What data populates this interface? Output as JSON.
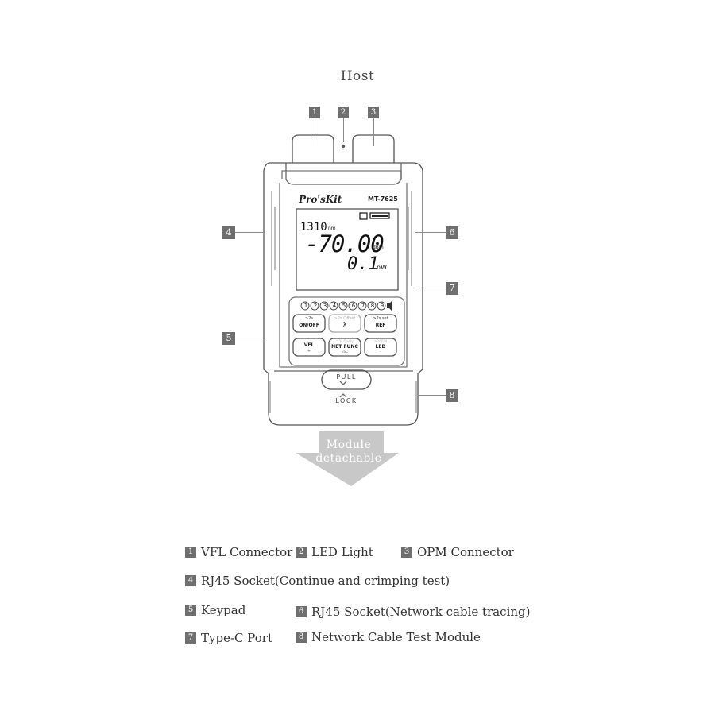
{
  "title": "Host",
  "device": {
    "brand": "Pro'sKit",
    "model": "MT-7625",
    "screen": {
      "wavelength": "1310",
      "wavelength_unit": "nm",
      "power": "-70.00",
      "power_unit": "dBm",
      "secondary": "0.1",
      "secondary_unit": "nW"
    },
    "led_numbers": [
      "1",
      "2",
      "3",
      "4",
      "5",
      "6",
      "7",
      "8",
      "9"
    ],
    "keys": [
      {
        "top": ">2s",
        "label": "ON/OFF"
      },
      {
        "top": ">2s Offset",
        "label": "λ"
      },
      {
        "top": ">2s set",
        "label": "REF"
      },
      {
        "top": "",
        "label": "VFL",
        "sub": "+"
      },
      {
        "top": ">2s Query",
        "label": "NET FUNC",
        "sub": "ESC"
      },
      {
        "top": ">2s F/N",
        "label": "LED",
        "sub": "-"
      }
    ],
    "pull_label": "PULL",
    "lock_label": "LOCK"
  },
  "callouts": [
    "1",
    "2",
    "3",
    "4",
    "5",
    "6",
    "7",
    "8"
  ],
  "arrow": {
    "line1": "Module",
    "line2": "detachable"
  },
  "legend": [
    {
      "num": "1",
      "text": "VFL Connector"
    },
    {
      "num": "2",
      "text": "LED Light"
    },
    {
      "num": "3",
      "text": "OPM Connector"
    },
    {
      "num": "4",
      "text": "RJ45 Socket(Continue and crimping test)"
    },
    {
      "num": "5",
      "text": "Keypad"
    },
    {
      "num": "6",
      "text": "RJ45 Socket(Network cable tracing)"
    },
    {
      "num": "7",
      "text": "Type-C Port"
    },
    {
      "num": "8",
      "text": "Network Cable Test Module"
    }
  ]
}
